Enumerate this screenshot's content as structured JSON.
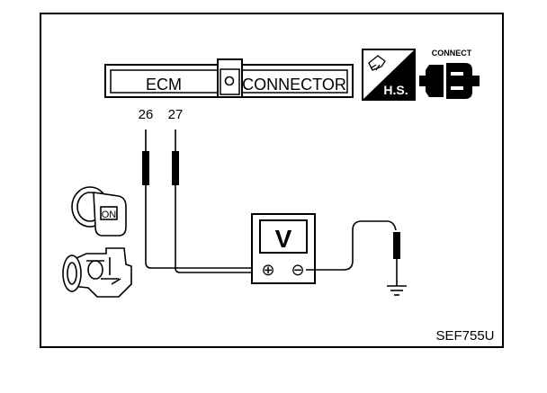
{
  "connector": {
    "left_label": "ECM",
    "right_label": "CONNECTOR"
  },
  "pins": {
    "pin_a": "26",
    "pin_b": "27"
  },
  "badges": {
    "hs_label": "H.S.",
    "connect_label": "CONNECT"
  },
  "meter": {
    "symbol": "V",
    "positive": "⊕",
    "negative": "⊖"
  },
  "ignition": {
    "key_label": "ON"
  },
  "figure_code": "SEF755U",
  "icons": [
    "ignition-key-on-icon",
    "engine-icon",
    "handstand-icon",
    "connect-plug-icon",
    "ground-icon",
    "voltmeter-icon"
  ]
}
